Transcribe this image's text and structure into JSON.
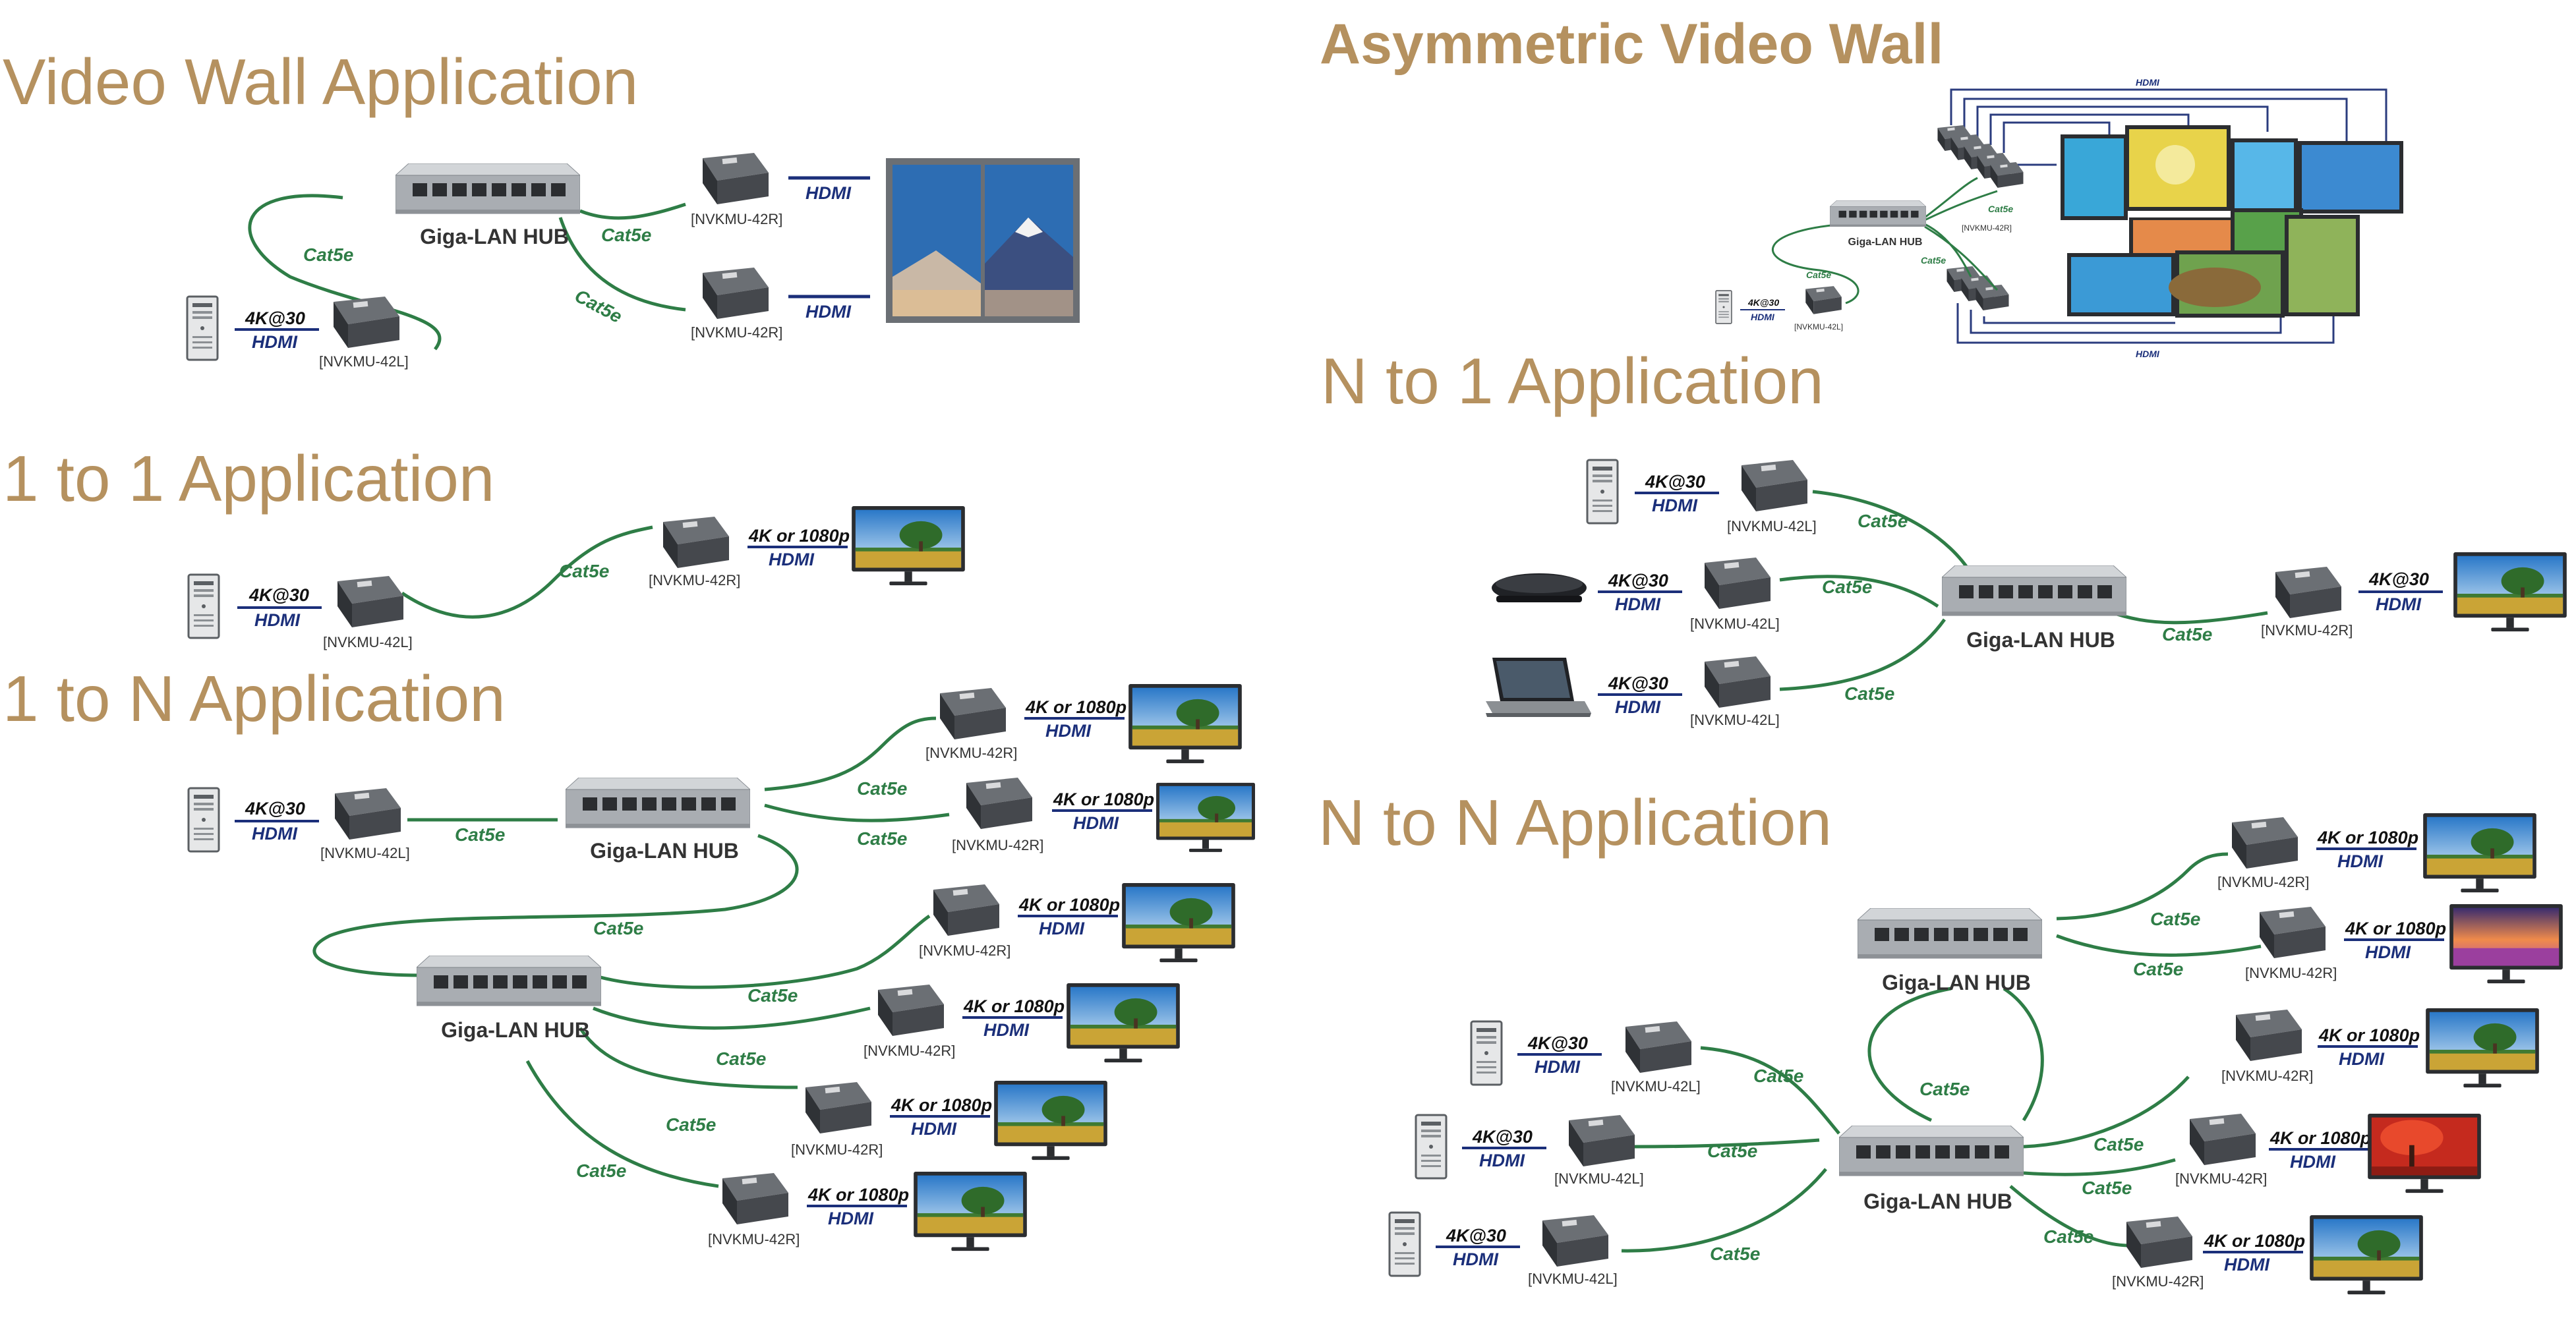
{
  "sections": {
    "video_wall": {
      "title": "Video Wall Application"
    },
    "asym": {
      "title": "Asymmetric Video Wall"
    },
    "one_to_one": {
      "title": "1 to 1 Application"
    },
    "n_to_one": {
      "title": "N to 1 Application"
    },
    "one_to_n": {
      "title": "1 to N Application"
    },
    "n_to_n": {
      "title": "N to N Application"
    }
  },
  "labels": {
    "hub": "Giga-LAN HUB",
    "cable": "Cat5e",
    "hdmi": "HDMI",
    "res_4k30": "4K@30",
    "res_4k1080": "4K or 1080p",
    "transmitter": "[NVKMU-42L]",
    "receiver": "[NVKMU-42R]"
  },
  "icons": {
    "hub": "network-switch-icon",
    "tx": "encoder-box-icon",
    "rx": "decoder-box-icon",
    "pc": "tower-pc-icon",
    "monitor": "monitor-icon",
    "mediaplayer": "media-player-icon",
    "laptop": "laptop-icon"
  },
  "colors": {
    "title": "#b5915f",
    "cable": "#2e7d46",
    "hdmi": "#1b2f7a",
    "device": "#4a4d52",
    "hub": "#a9adb2",
    "wire": "#2b3c7e"
  }
}
